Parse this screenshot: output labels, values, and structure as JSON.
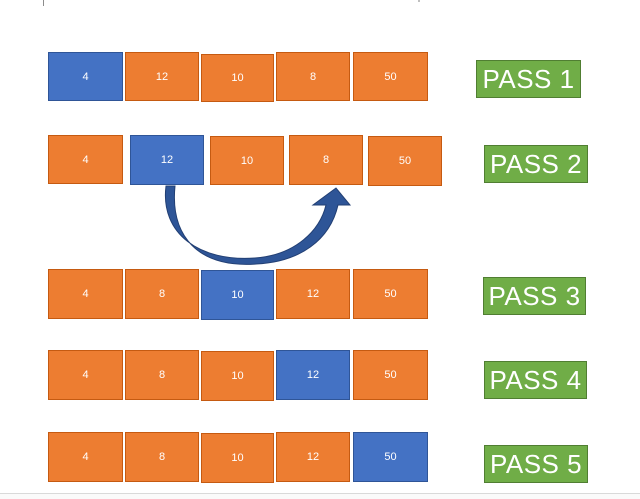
{
  "colors": {
    "current": "#4472c4",
    "other": "#ed7d31",
    "pass_label": "#70ad47",
    "arrow": "#2e5597"
  },
  "rows": [
    {
      "label": "PASS 1",
      "cells": [
        {
          "value": "4",
          "state": "current"
        },
        {
          "value": "12",
          "state": "other"
        },
        {
          "value": "10",
          "state": "other"
        },
        {
          "value": "8",
          "state": "other"
        },
        {
          "value": "50",
          "state": "other"
        }
      ]
    },
    {
      "label": "PASS 2",
      "cells": [
        {
          "value": "4",
          "state": "other"
        },
        {
          "value": "12",
          "state": "current"
        },
        {
          "value": "10",
          "state": "other"
        },
        {
          "value": "8",
          "state": "other"
        },
        {
          "value": "50",
          "state": "other"
        }
      ]
    },
    {
      "label": "PASS 3",
      "cells": [
        {
          "value": "4",
          "state": "other"
        },
        {
          "value": "8",
          "state": "other"
        },
        {
          "value": "10",
          "state": "current"
        },
        {
          "value": "12",
          "state": "other"
        },
        {
          "value": "50",
          "state": "other"
        }
      ]
    },
    {
      "label": "PASS 4",
      "cells": [
        {
          "value": "4",
          "state": "other"
        },
        {
          "value": "8",
          "state": "other"
        },
        {
          "value": "10",
          "state": "other"
        },
        {
          "value": "12",
          "state": "current"
        },
        {
          "value": "50",
          "state": "other"
        }
      ]
    },
    {
      "label": "PASS 5",
      "cells": [
        {
          "value": "4",
          "state": "other"
        },
        {
          "value": "8",
          "state": "other"
        },
        {
          "value": "10",
          "state": "other"
        },
        {
          "value": "12",
          "state": "other"
        },
        {
          "value": "50",
          "state": "current"
        }
      ]
    }
  ],
  "swap_arrow": {
    "row": 2,
    "from_cell": 2,
    "to_cell": 4
  }
}
